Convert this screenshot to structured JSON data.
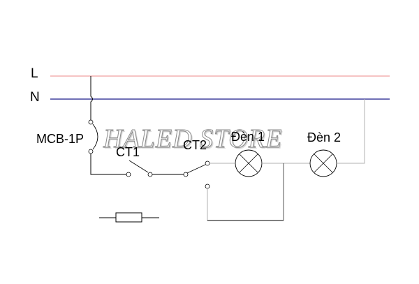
{
  "diagram": {
    "type": "two-way switch wiring diagram",
    "labels": {
      "line": "L",
      "neutral": "N",
      "breaker": "MCB-1P",
      "switch1": "CT1",
      "switch2": "CT2",
      "lamp1": "Đèn 1",
      "lamp2": "Đèn 2"
    },
    "watermark": "HALED STORE",
    "colors": {
      "line_L": "#f0a0a0",
      "line_N": "#1a1a8a",
      "wire_black": "#000000",
      "wire_gray": "#b0b0b0"
    }
  }
}
